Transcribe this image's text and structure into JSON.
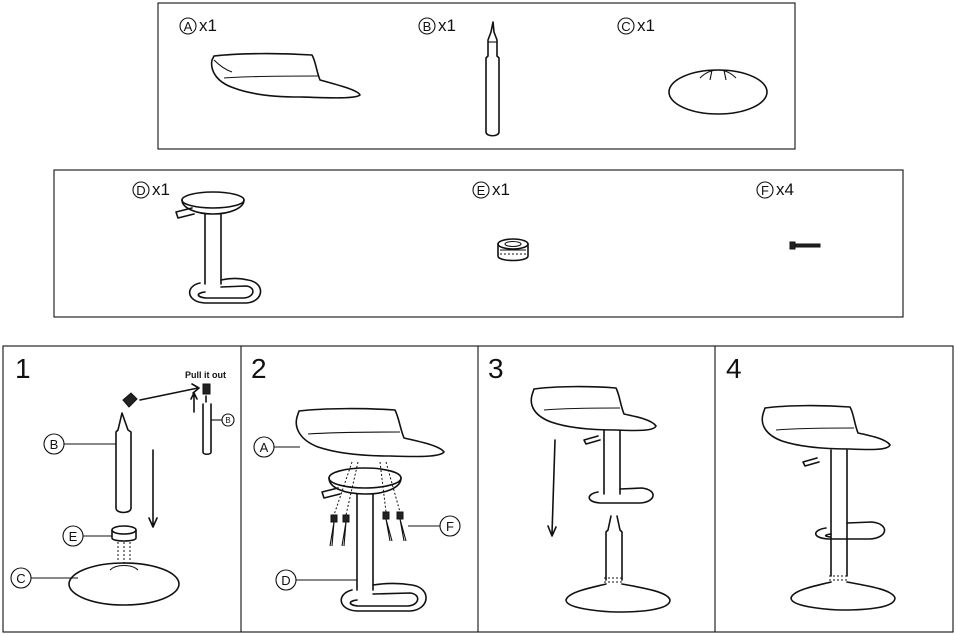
{
  "parts": [
    {
      "letter": "A",
      "qty": "x1"
    },
    {
      "letter": "B",
      "qty": "x1"
    },
    {
      "letter": "C",
      "qty": "x1"
    },
    {
      "letter": "D",
      "qty": "x1"
    },
    {
      "letter": "E",
      "qty": "x1"
    },
    {
      "letter": "F",
      "qty": "x4"
    }
  ],
  "steps": [
    {
      "number": "1"
    },
    {
      "number": "2"
    },
    {
      "number": "3"
    },
    {
      "number": "4"
    }
  ],
  "step1": {
    "note": "Pull it out",
    "callouts": [
      "B",
      "E",
      "C",
      "B"
    ]
  },
  "step2": {
    "callouts": [
      "A",
      "D",
      "F"
    ]
  }
}
